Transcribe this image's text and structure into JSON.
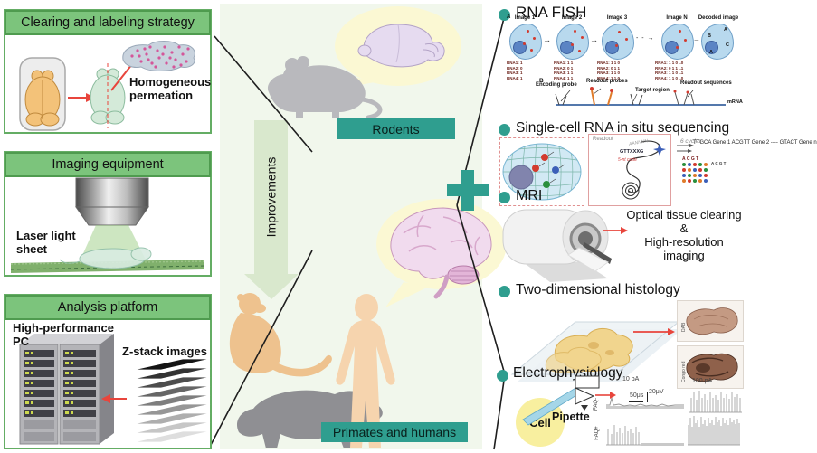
{
  "colors": {
    "teal_accent": "#2f9e8f",
    "header_green": "#7cc47c",
    "header_border": "#4f9b4f",
    "box_border": "#64ad64",
    "red_arrow": "#e8453c",
    "center_panel_bg": "#f1f7ec",
    "improvements_arrow": "#d9e8cd"
  },
  "left": {
    "box1": {
      "title": "Clearing and labeling strategy",
      "annotation": "Homogeneous\npermeation"
    },
    "box2": {
      "title": "Imaging equipment",
      "annotation": "Laser light\nsheet"
    },
    "box3": {
      "title": "Analysis platform",
      "pc_label": "High-performance\nPC",
      "zstack_label": "Z-stack images"
    }
  },
  "center": {
    "rodents": "Rodents",
    "improvements": "Improvements",
    "primates": "Primates and humans"
  },
  "right": {
    "rnafish": {
      "title": "RNA FISH",
      "panel_a_label": "A",
      "image_labels": [
        "Image 1",
        "Image 2",
        "Image 3",
        "Image N",
        "Decoded image"
      ],
      "codes": [
        "RNA1: 1\nRNA2: 0\nRNA3: 1\nRNA4: 1",
        "RNA1: 1 1\nRNA2: 0 1\nRNA3: 1 1\nRNA4: 1 1",
        "RNA1: 1 1 0\nRNA2: 0 1 1\nRNA3: 1 1 0\nRNA4: 1 1 0",
        "RNA1: 1 1 0 ..0\nRNA2: 0 1 1 ..1\nRNA3: 1 1 0 ..1\nRNA4: 1 1 0 ..0"
      ],
      "decoded_letters": [
        "A",
        "B",
        "C",
        "A"
      ],
      "panel_b_label": "B",
      "probe_labels": [
        "Encoding probe",
        "Readout probes",
        "Target region",
        "Readout sequences"
      ],
      "mrna": "mRNA"
    },
    "sequencing": {
      "title": "Single-cell RNA in situ sequencing",
      "readout": "Readout",
      "seq1": "AANNNN",
      "seq2": "GTTXXXG",
      "code": "5-nt code",
      "cycles": "6 cycles",
      "matrix_top": "A C G T",
      "matrix_side": "A\nC\nG\nT",
      "genes": "TTGCA Gene 1\nACGTT Gene 2\n----\nGTACT Gene n"
    },
    "mri": {
      "title": "MRI",
      "lines": [
        "Optical tissue clearing",
        "&",
        "High-resolution imaging"
      ]
    },
    "histology": {
      "title": "Two-dimensional histology",
      "stain_top": "DAB",
      "stain_bottom": "Congo red"
    },
    "ephys": {
      "title": "Electrophysiology",
      "cell": "Cell",
      "pipette": "Pipette",
      "t_10pa": "10 pA",
      "t_50us": "50μs",
      "t_20uv": "20μV",
      "t_100pa": "100 pA",
      "row_neg": "FAQ-",
      "row_pos": "FAQ+"
    }
  }
}
